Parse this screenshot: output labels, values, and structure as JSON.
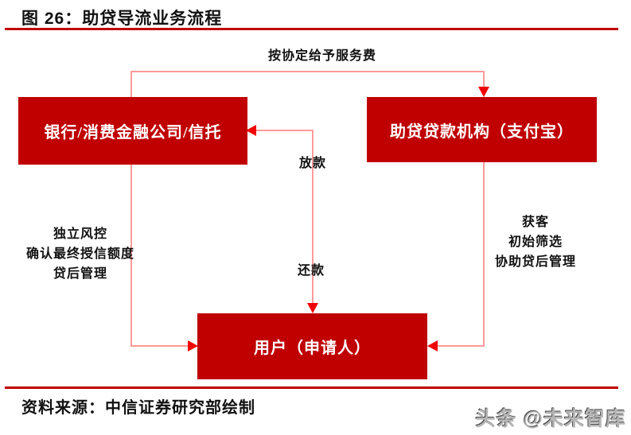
{
  "title": "图 26：助贷导流业务流程",
  "source": "资料来源：中信证券研究部绘制",
  "watermark": "头条 @未来智库",
  "colors": {
    "box": "#c00000",
    "line": "#ff9a9a",
    "arrow": "#f10000",
    "rule": "#c00000",
    "text": "#111111"
  },
  "diagram": {
    "nodes": {
      "bank": "银行/消费金融公司/信托",
      "facilitator": "助贷贷款机构（支付宝）",
      "user": "用户（申请人）"
    },
    "edges": {
      "service_fee": "按协定给予服务费",
      "disburse": "放款",
      "repay": "还款",
      "bank_to_user": [
        "独立风控",
        "确认最终授信额度",
        "贷后管理"
      ],
      "facilitator_to_user": [
        "获客",
        "初始筛选",
        "协助贷后管理"
      ]
    }
  }
}
